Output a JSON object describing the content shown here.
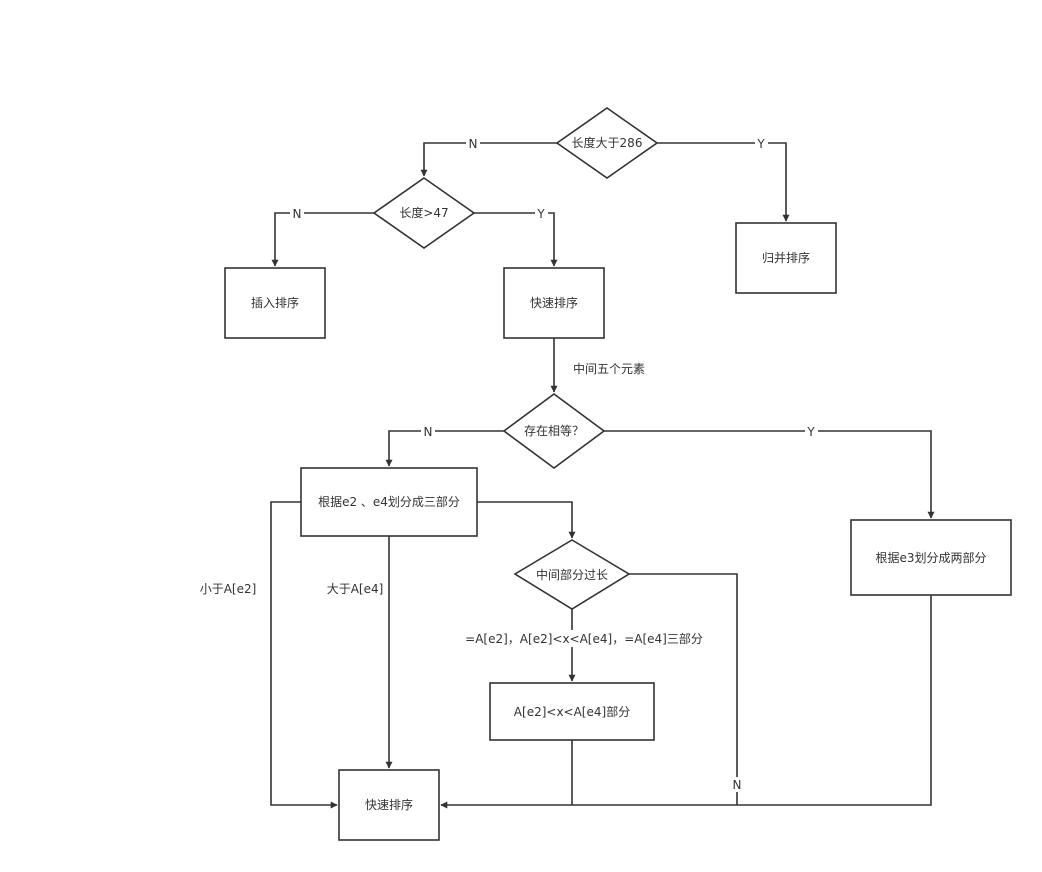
{
  "nodes": {
    "len_gt_286": "长度大于286",
    "merge_sort": "归并排序",
    "len_gt_47": "长度>47",
    "insertion_sort": "插入排序",
    "quick_sort_top": "快速排序",
    "has_equal": "存在相等？",
    "split_three": "根据e2 、e4划分成三部分",
    "split_two": "根据e3划分成两部分",
    "middle_too_long": "中间部分过长",
    "middle_part": "A[e2]<x<A[e4]部分",
    "quick_sort_bottom": "快速排序"
  },
  "edge_labels": {
    "n1": "N",
    "y1": "Y",
    "n2": "N",
    "y2": "Y",
    "five_elements": "中间五个元素",
    "n3": "N",
    "y3": "Y",
    "less_than": "小于A[e2]",
    "greater_than": "大于A[e4]",
    "equal_parts": "=A[e2]，A[e2]<x<A[e4]，=A[e4]三部分",
    "n4": "N"
  }
}
